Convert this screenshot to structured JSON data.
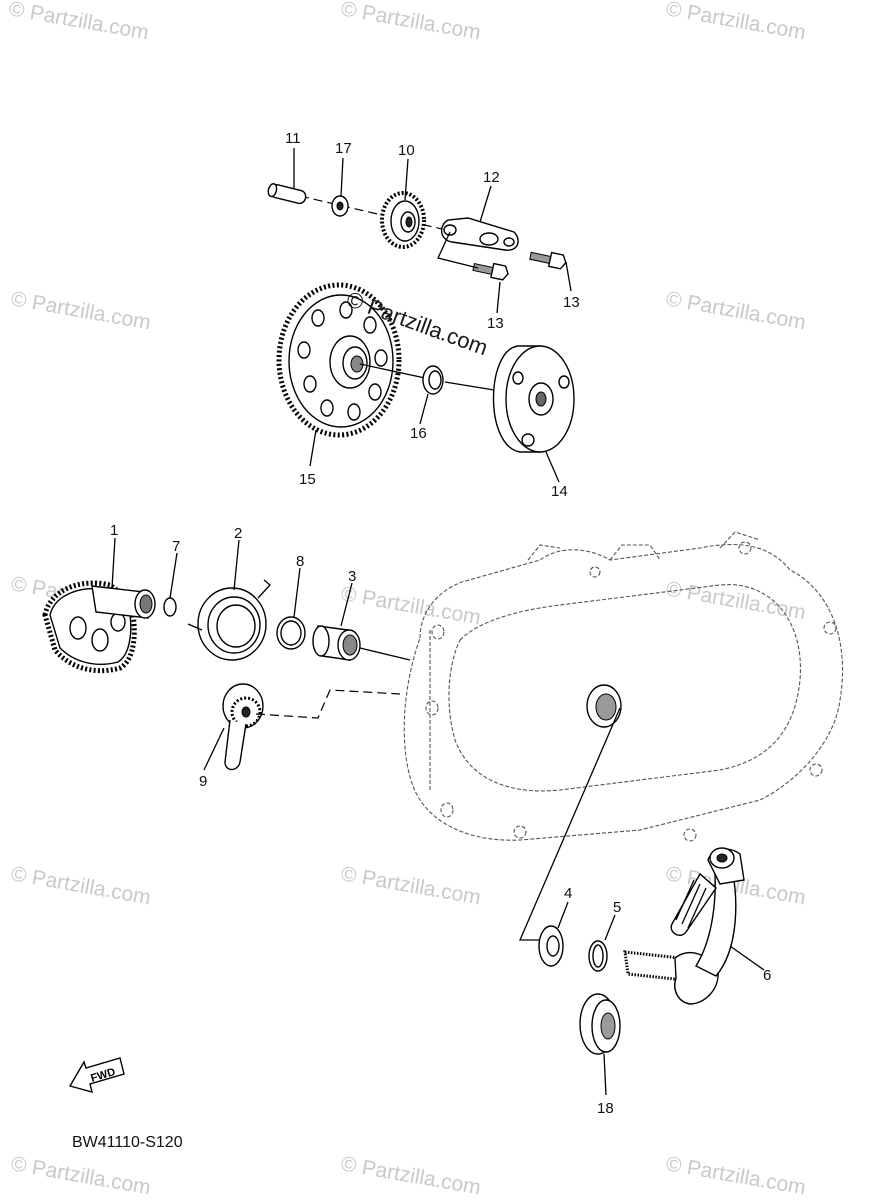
{
  "watermark": {
    "text": "© Partzilla.com",
    "center_text": "© Partzilla.com"
  },
  "diagram_code": "BW41110-S120",
  "fwd_label": "FWD",
  "callouts": [
    {
      "id": "11",
      "label": "11"
    },
    {
      "id": "17",
      "label": "17"
    },
    {
      "id": "10",
      "label": "10"
    },
    {
      "id": "12",
      "label": "12"
    },
    {
      "id": "13a",
      "label": "13"
    },
    {
      "id": "13b",
      "label": "13"
    },
    {
      "id": "15",
      "label": "15"
    },
    {
      "id": "16",
      "label": "16"
    },
    {
      "id": "14",
      "label": "14"
    },
    {
      "id": "1",
      "label": "1"
    },
    {
      "id": "7",
      "label": "7"
    },
    {
      "id": "2",
      "label": "2"
    },
    {
      "id": "8",
      "label": "8"
    },
    {
      "id": "3",
      "label": "3"
    },
    {
      "id": "9",
      "label": "9"
    },
    {
      "id": "4",
      "label": "4"
    },
    {
      "id": "5",
      "label": "5"
    },
    {
      "id": "6",
      "label": "6"
    },
    {
      "id": "18",
      "label": "18"
    }
  ]
}
